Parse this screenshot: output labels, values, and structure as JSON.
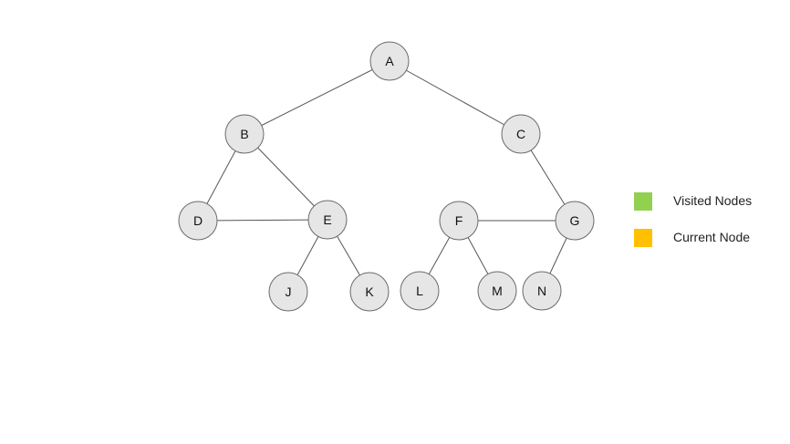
{
  "nodes": [
    "A",
    "B",
    "C",
    "D",
    "E",
    "F",
    "G",
    "J",
    "K",
    "L",
    "M",
    "N"
  ],
  "edges": [
    [
      "A",
      "B"
    ],
    [
      "A",
      "C"
    ],
    [
      "B",
      "D"
    ],
    [
      "B",
      "E"
    ],
    [
      "D",
      "E"
    ],
    [
      "C",
      "G"
    ],
    [
      "F",
      "G"
    ],
    [
      "E",
      "J"
    ],
    [
      "E",
      "K"
    ],
    [
      "F",
      "L"
    ],
    [
      "F",
      "M"
    ],
    [
      "G",
      "N"
    ]
  ],
  "legend": [
    {
      "label": "Visited Nodes",
      "color": "#92d050"
    },
    {
      "label": "Current Node",
      "color": "#ffc000"
    }
  ],
  "colors": {
    "node_fill": "#e6e6e6",
    "node_stroke": "#6b6b6b",
    "edge": "#555555"
  }
}
